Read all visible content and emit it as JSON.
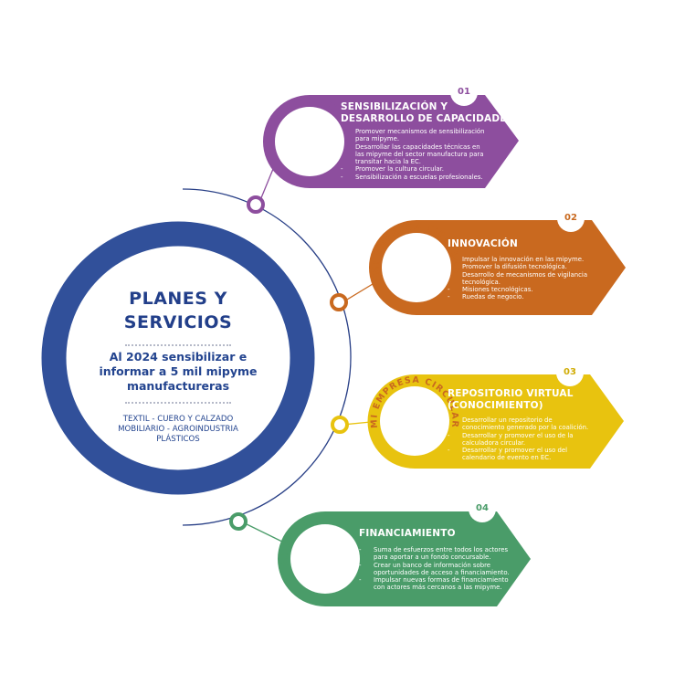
{
  "center": {
    "title": "PLANES Y\nSERVICIOS",
    "goal": "Al 2024 sensibilizar e\ninformar a 5 mil mipyme\nmanufactureras",
    "sectors": "TEXTIL - CUERO Y CALZADO\nMOBILIARIO - AGROINDUSTRIA\nPLÁSTICOS"
  },
  "badge_text": "MI EMPRESA CIRCULAR",
  "colors": {
    "center_ring": "#31509a",
    "arc_line": "#283f86",
    "card1": "#8d4e9e",
    "card2": "#c9691f",
    "card3": "#e8c30f",
    "card4": "#4a9c69"
  },
  "cards": [
    {
      "number": "01",
      "title": "SENSIBILIZACIÓN Y\nDESARROLLO DE CAPACIDADES",
      "items": [
        "Promover mecanismos de sensibilización para mipyme.",
        "Desarrollar las capacidades técnicas en las mipyme del sector manufactura para transitar hacia la EC.",
        "Promover la cultura circular.",
        "Sensibilización a escuelas profesionales."
      ]
    },
    {
      "number": "02",
      "title": "INNOVACIÓN",
      "items": [
        "Impulsar la innovación en las mipyme.",
        "Promover la difusión tecnológica.",
        "Desarrollo de mecanismos de vigilancia tecnológica.",
        "Misiones tecnológicas.",
        "Ruedas de negocio."
      ]
    },
    {
      "number": "03",
      "title": "REPOSITORIO VIRTUAL\n(CONOCIMIENTO)",
      "items": [
        "Desarrollar un repositorio de conocimiento generado por la coalición.",
        "Desarrollar y promover el uso de la calculadora circular.",
        "Desarrollar y promover el uso del calendario de evento en EC."
      ]
    },
    {
      "number": "04",
      "title": "FINANCIAMIENTO",
      "items": [
        "Suma de esfuerzos entre todos los actores para aportar a un fondo concursable.",
        "Crear un banco de información sobre oportunidades de acceso a financiamiento.",
        "Impulsar nuevas formas de financiamiento con actores más cercanos a las mipyme."
      ]
    }
  ]
}
